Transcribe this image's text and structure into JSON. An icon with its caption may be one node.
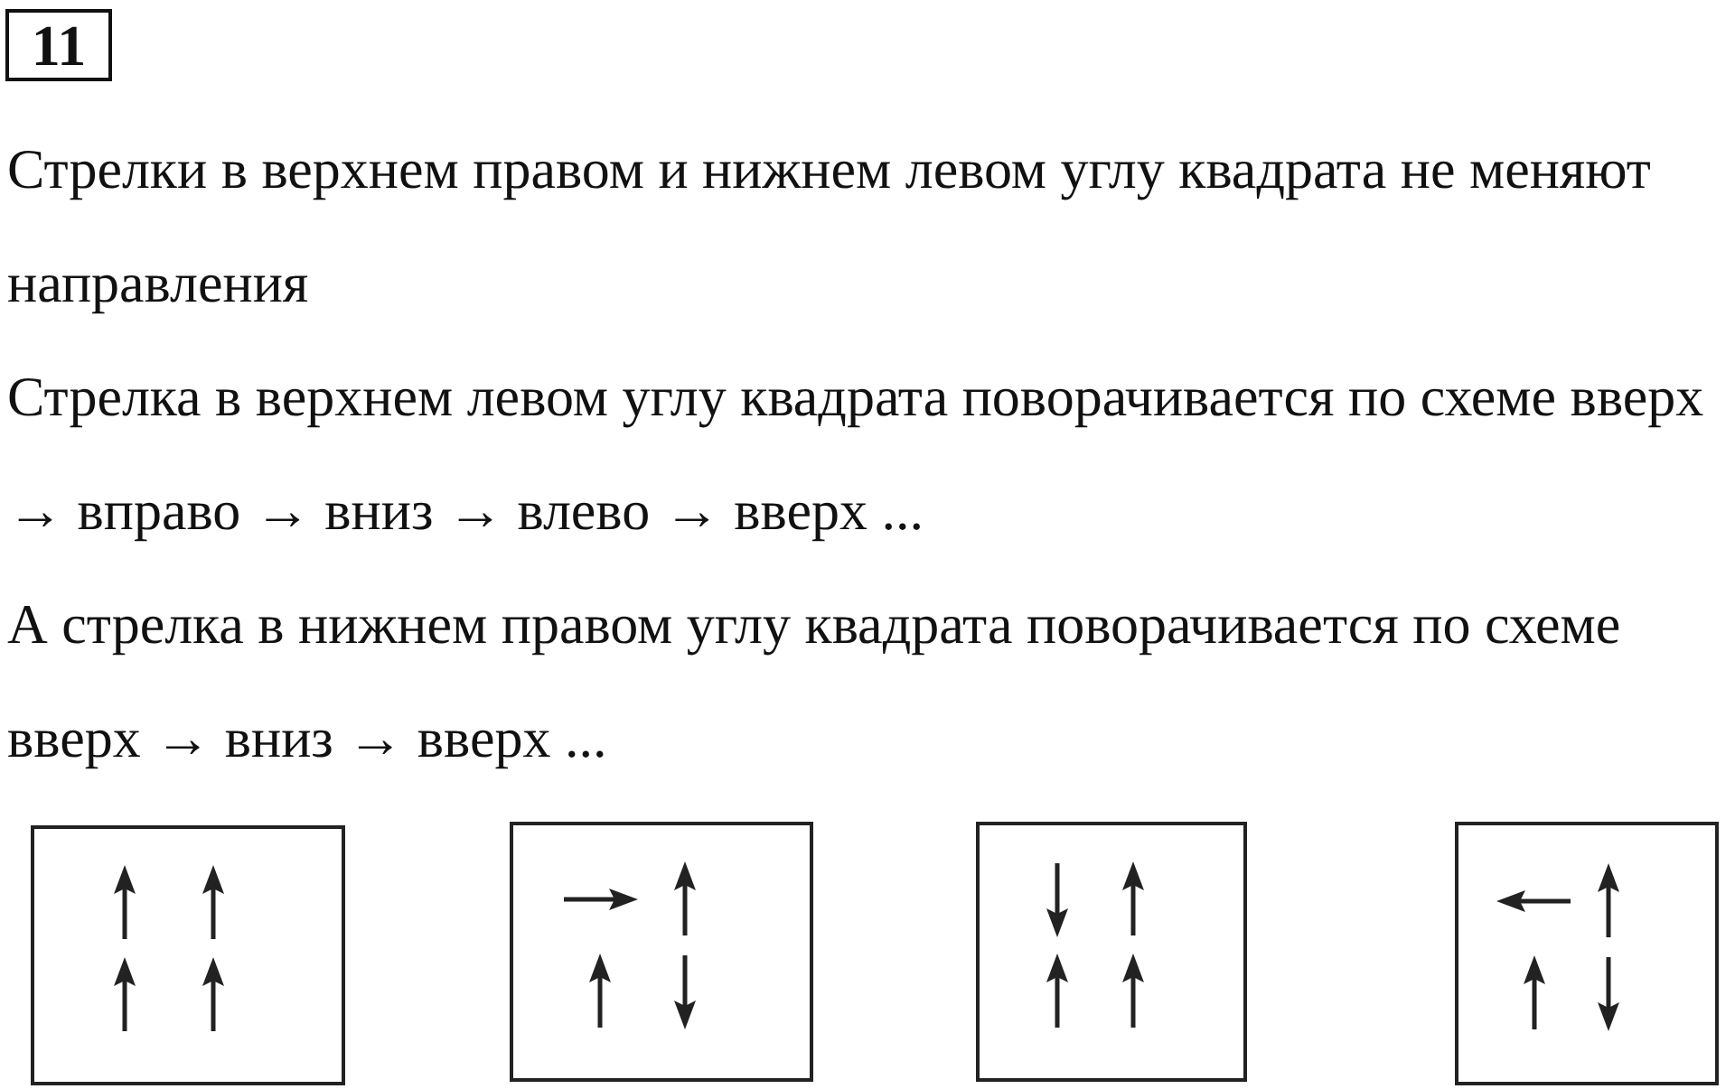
{
  "diagram": {
    "nodes": [
      {
        "text": [],
        "shape": "box"
      },
      {
        "text": [],
        "shape": "box"
      },
      {
        "text": [],
        "shape": "box"
      },
      {
        "text": [],
        "shape": "box"
      }
    ],
    "labels": [
      "11",
      "Стрелки в верхнем правом и нижнем левом углу квадрата не меняют направления",
      "Стрелка в верхнем левом углу квадрата поворачивается по схеме вверх → вправо → вниз → влево → вверх ...",
      "А стрелка в нижнем правом углу квадрата поворачивается по схеме вверх → вниз → вверх ..."
    ]
  }
}
